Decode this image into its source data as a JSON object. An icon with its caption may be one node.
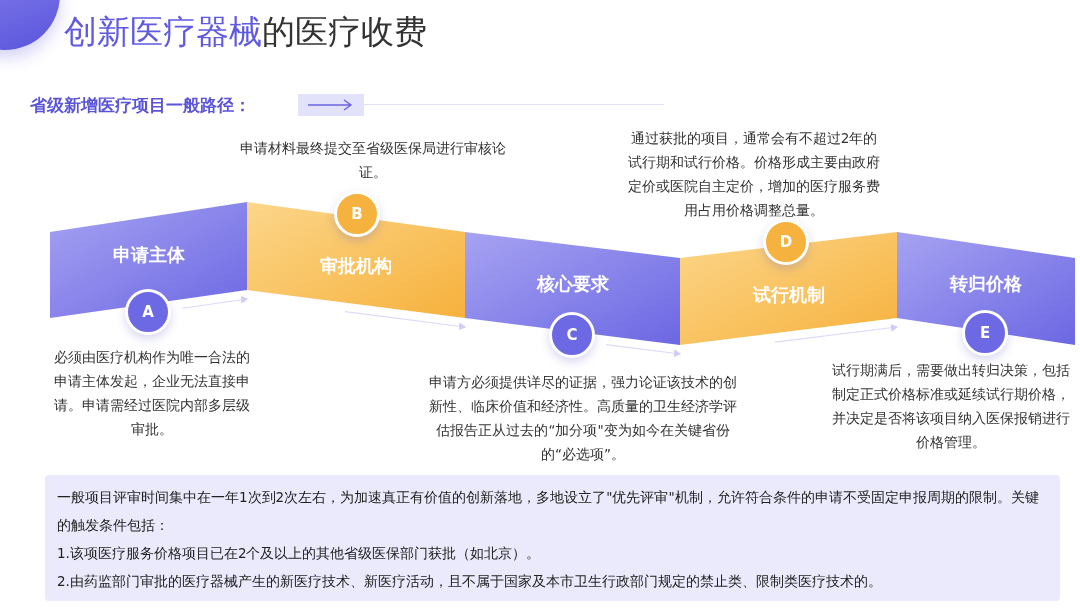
{
  "diagram": {
    "title": "**创新医疗器械**的医疗收费",
    "nodes": [
      {
        "text": [
          "申请主体"
        ]
      },
      {
        "text": [
          "审批机构"
        ]
      },
      {
        "text": [
          "核心要求"
        ]
      },
      {
        "text": [
          "试行机制"
        ]
      },
      {
        "text": [
          "转归价格"
        ]
      },
      {
        "text": [
          "A"
        ],
        "beside": [
          "必须由医疗机构作为唯一合法的申请主体发起，企业无法直接申请。申请需经过医院内部多层级审批。"
        ]
      },
      {
        "text": [
          "B"
        ],
        "beside": [
          "申请材料最终提交至省级医保局进行审核论证。"
        ]
      },
      {
        "text": [
          "C"
        ],
        "beside": [
          "申请方必须提供详尽的证据，强力论证该技术的创新性、临床价值和经济性。高质量的卫生经济学评估报告正从过去的“加分项\"变为如今在关键省份的“必选项”。"
        ]
      },
      {
        "text": [
          "D"
        ],
        "beside": [
          "通过获批的项目，通常会有不超过2年的试行期和试行价格。价格形成主要由政府定价或医院自主定价，增加的医疗服务费用占用价格调整总量。"
        ]
      },
      {
        "text": [
          "E"
        ],
        "beside": [
          "试行期满后，需要做出转归决策，包括制定正式价格标准或延续试行期价格，并决定是否将该项目纳入医保报销进行价格管理。"
        ]
      },
      {
        "text": [
          "一般项目评审时间集中在一年1次到2次左右，为加速真正有价值的创新落地，多地设立了\"优先评审\"机制，允许符合条件的申请不受固定申报周期的限制。关键的触发条件包括：",
          "1.该项医疗服务价格项目已在2个及以上的其他省级医保部门获批（如北京）。",
          "2.由药监部门审批的医疗器械产生的新医疗技术、新医疗活动，且不属于国家及本市卫生行政部门规定的禁止类、限制类医疗技术的。"
        ]
      }
    ],
    "edges": [
      {
        "from": 0,
        "to": 1,
        "arrow": "to"
      },
      {
        "from": 1,
        "to": 2,
        "arrow": "to"
      },
      {
        "from": 2,
        "to": 3,
        "arrow": "to"
      },
      {
        "from": 3,
        "to": 4,
        "arrow": "to"
      }
    ],
    "labels": [
      "省级新增医疗项目一般路径："
    ]
  }
}
